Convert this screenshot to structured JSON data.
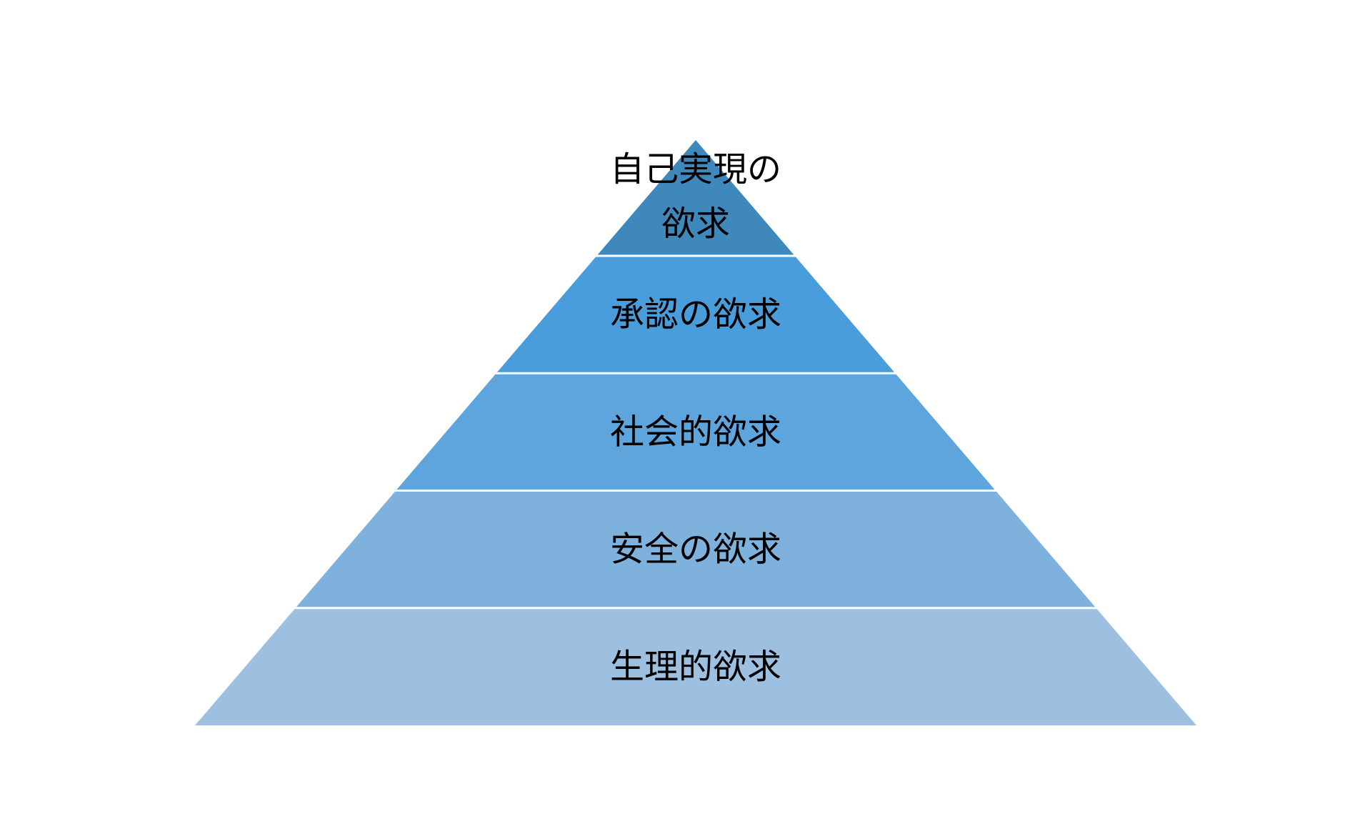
{
  "diagram": {
    "type": "pyramid",
    "levels": [
      {
        "lines": [
          "自己実現の",
          "欲求"
        ],
        "color": "#3f88bb"
      },
      {
        "lines": [
          "承認の欲求"
        ],
        "color": "#4a9ddb"
      },
      {
        "lines": [
          "社会的欲求"
        ],
        "color": "#5fa5dd"
      },
      {
        "lines": [
          "安全の欲求"
        ],
        "color": "#7fb1dd"
      },
      {
        "lines": [
          "生理的欲求"
        ],
        "color": "#9ec0e0"
      }
    ],
    "divider_color": "#ffffff"
  }
}
